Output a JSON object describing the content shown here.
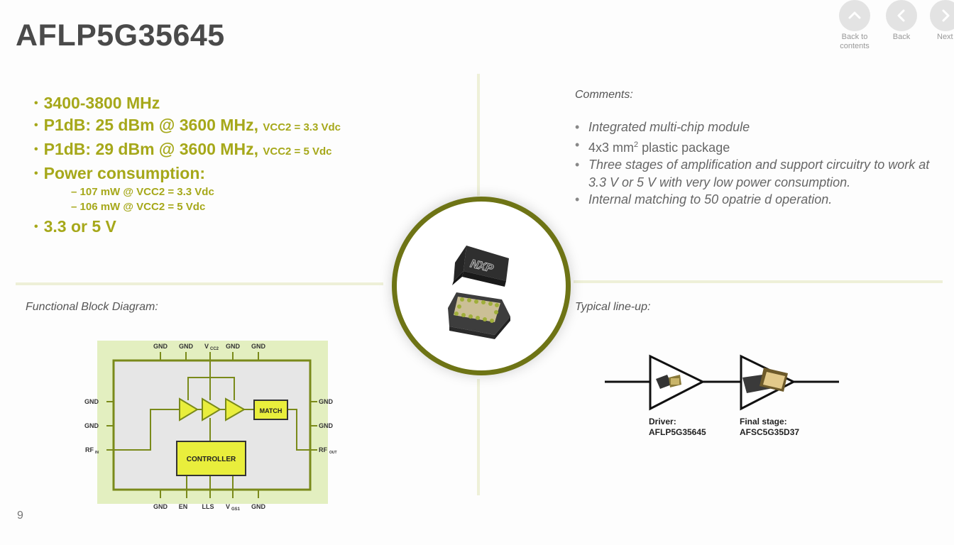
{
  "slide": {
    "title": "AFLP5G35645",
    "page_number": "9"
  },
  "nav": {
    "back_to_contents": "Back to contents",
    "back": "Back",
    "next": "Next"
  },
  "specs": {
    "line1": "3400-3800 MHz",
    "line2_main": "P1dB: 25 dBm @ 3600 MHz,",
    "line2_small": "VCC2 = 3.3 Vdc",
    "line3_main": "P1dB: 29 dBm @ 3600 MHz,",
    "line3_small": "VCC2 = 5 Vdc",
    "line4": "Power consumption:",
    "sub1": "– 107 mW @ VCC2 = 3.3 Vdc",
    "sub2": "– 106 mW @ VCC2 = 5 Vdc",
    "line5": "3.3 or 5 V"
  },
  "comments": {
    "title": "Comments:",
    "item1": "Integrated multi-chip module",
    "item2_pre": "4x3 mm",
    "item2_sup": "2",
    "item2_post": " plastic package",
    "item3": "Three stages of amplification and support circuitry to work at 3.3 V or 5 V with very low power consumption.",
    "item4": "Internal matching to 50 ᴏpatrie d operation."
  },
  "block_diagram": {
    "title": "Functional Block Diagram:",
    "top_pins": [
      "GND",
      "GND",
      "V",
      "GND",
      "GND"
    ],
    "top_pin_sub": "CC2",
    "left_pins": [
      "GND",
      "GND",
      "RF"
    ],
    "left_pin_sub": "IN",
    "right_pins": [
      "GND",
      "GND",
      "RF"
    ],
    "right_pin_sub": "OUT",
    "bottom_pins": [
      "GND",
      "EN",
      "LLS",
      "V",
      "GND"
    ],
    "bottom_pin_sub": "GS1",
    "match_label": "MATCH",
    "controller_label": "CONTROLLER"
  },
  "package": {
    "logo": "NXP"
  },
  "lineup": {
    "title": "Typical line-up:",
    "driver_label": "Driver:",
    "driver_part": "AFLP5G35645",
    "final_label": "Final stage:",
    "final_part": "AFSC5G35D37"
  },
  "colors": {
    "accent": "#a6a81a",
    "circle_border": "#6e7415",
    "diagram_bg": "#e3efc0",
    "diagram_inner": "#e6e6e6",
    "block_yellow": "#e9ee3c"
  }
}
